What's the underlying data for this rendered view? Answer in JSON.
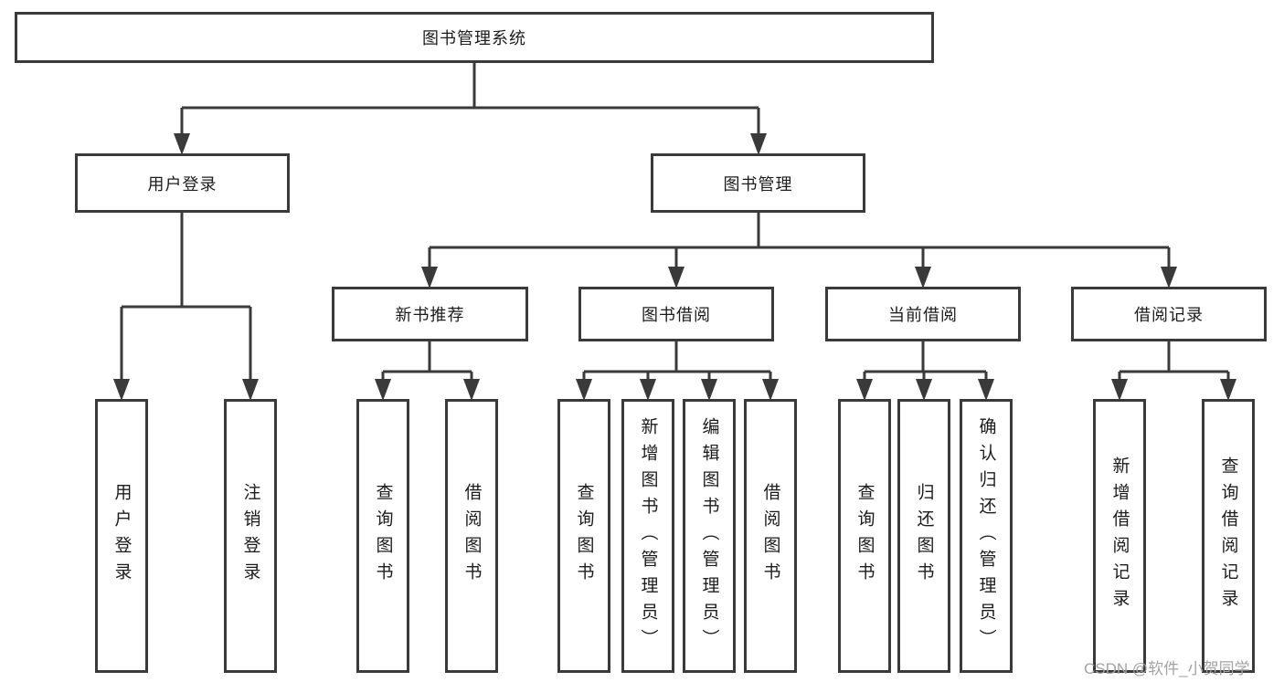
{
  "diagram": {
    "root": {
      "label": "图书管理系统"
    },
    "branches": [
      {
        "label": "用户登录",
        "children": [
          {
            "label": "用户登录"
          },
          {
            "label": "注销登录"
          }
        ]
      },
      {
        "label": "图书管理",
        "children": [
          {
            "label": "新书推荐",
            "children": [
              {
                "label": "查询图书"
              },
              {
                "label": "借阅图书"
              }
            ]
          },
          {
            "label": "图书借阅",
            "children": [
              {
                "label": "查询图书"
              },
              {
                "label": "新增图书（管理员）"
              },
              {
                "label": "编辑图书（管理员）"
              },
              {
                "label": "借阅图书"
              }
            ]
          },
          {
            "label": "当前借阅",
            "children": [
              {
                "label": "查询图书"
              },
              {
                "label": "归还图书"
              },
              {
                "label": "确认归还（管理员）"
              }
            ]
          },
          {
            "label": "借阅记录",
            "children": [
              {
                "label": "新增借阅记录"
              },
              {
                "label": "查询借阅记录"
              }
            ]
          }
        ]
      }
    ]
  },
  "watermark": {
    "text": "CSDN @软件_小贺同学"
  },
  "colors": {
    "line": "#3a3a3a",
    "border": "#3a3a3a",
    "text": "#1c1c1c",
    "watermark": "#a3a3a3",
    "background": "#ffffff"
  }
}
